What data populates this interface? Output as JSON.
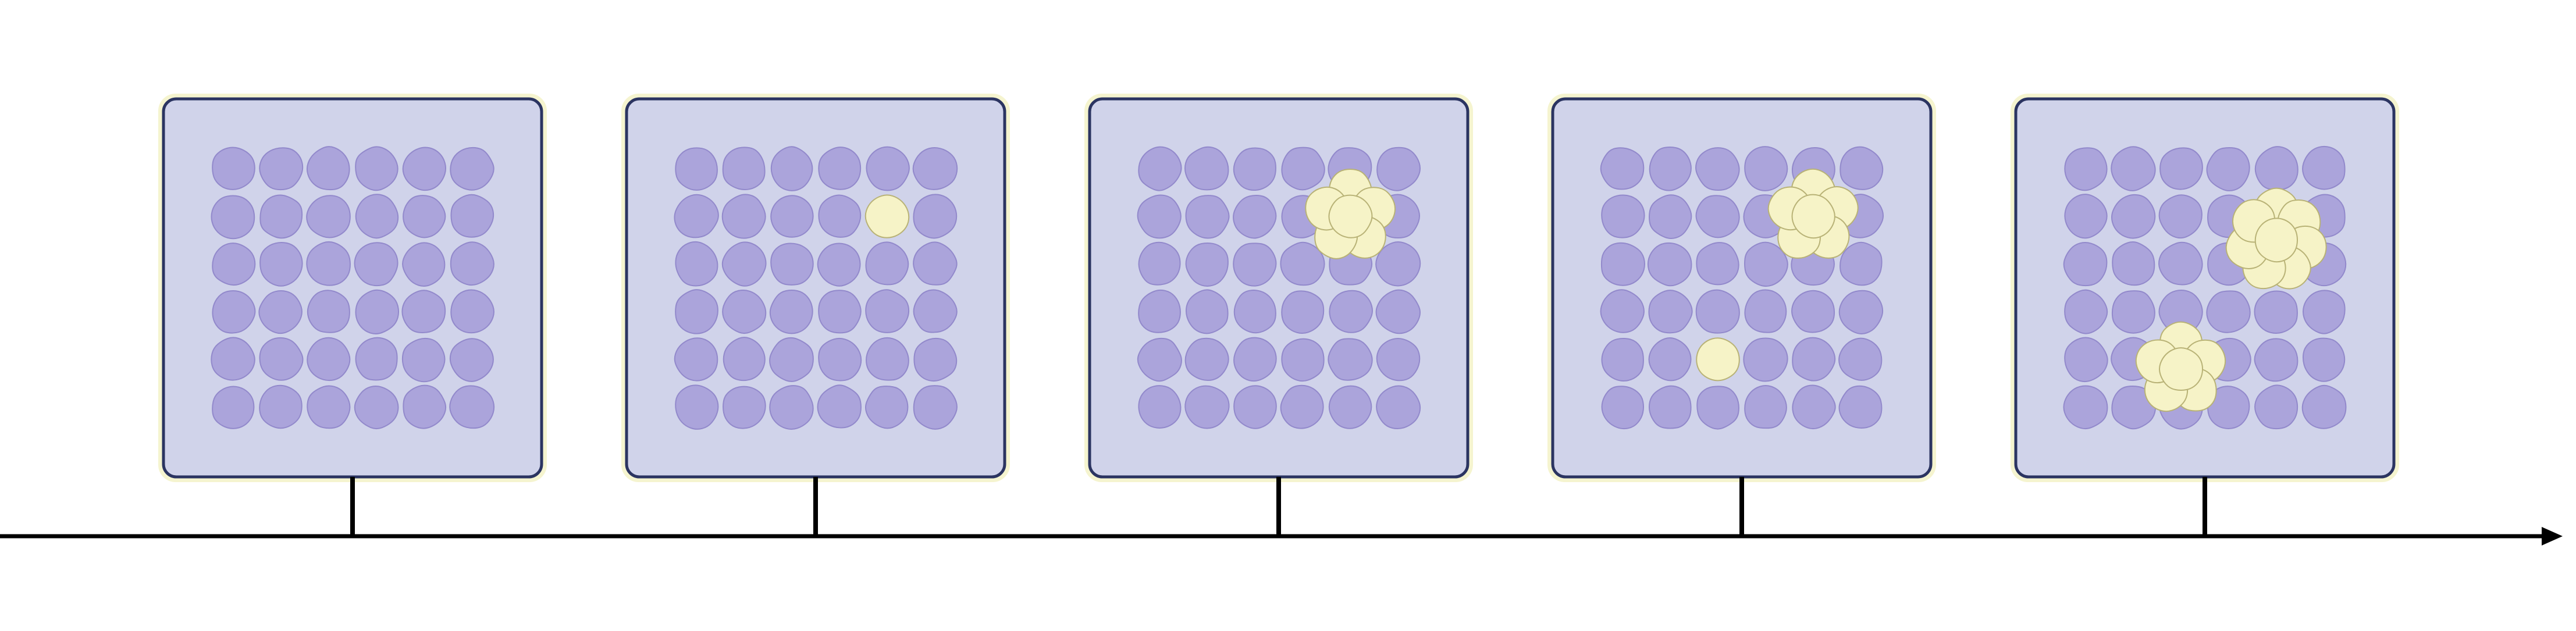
{
  "diagram": {
    "kind": "timeline-of-cell-grids",
    "colors": {
      "background": "#ffffff",
      "panel_fill": "#d0d3ea",
      "panel_stroke": "#2b3461",
      "panel_glow": "#f5f4cf",
      "normal_cell_fill": "#aba4db",
      "normal_cell_stroke": "#9289cb",
      "altered_cell_fill": "#f6f3c7",
      "altered_cell_stroke": "#b8b276",
      "axis": "#000000"
    },
    "grid": {
      "rows": 6,
      "cols": 6
    },
    "stages": [
      {
        "id": "stage-1",
        "altered_grid_cells": [],
        "clusters": []
      },
      {
        "id": "stage-2",
        "altered_grid_cells": [
          [
            1,
            4
          ]
        ],
        "clusters": []
      },
      {
        "id": "stage-3",
        "altered_grid_cells": [],
        "clusters": [
          {
            "center_cell": [
              1,
              4
            ],
            "cell_count": 6
          }
        ]
      },
      {
        "id": "stage-4",
        "altered_grid_cells": [
          [
            4,
            2
          ]
        ],
        "clusters": [
          {
            "center_cell": [
              1,
              4
            ],
            "cell_count": 6
          }
        ]
      },
      {
        "id": "stage-5",
        "altered_grid_cells": [],
        "clusters": [
          {
            "center_cell": [
              1.5,
              4
            ],
            "cell_count": 8
          },
          {
            "center_cell": [
              4.2,
              2
            ],
            "cell_count": 6
          }
        ]
      }
    ],
    "axis": {
      "direction": "left-to-right",
      "has_arrowhead": true,
      "tick_per_stage": true
    }
  }
}
